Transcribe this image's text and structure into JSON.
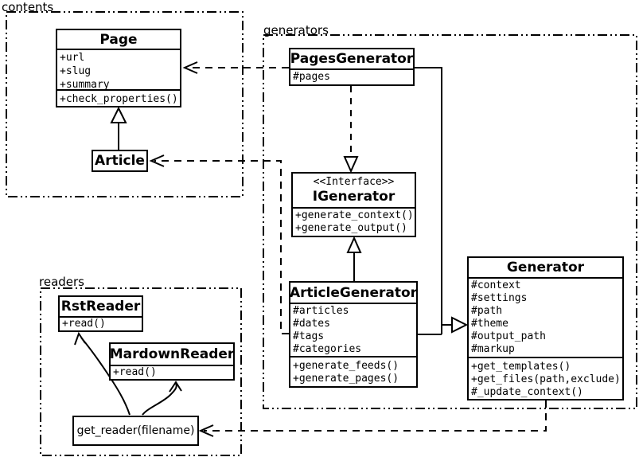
{
  "colors": {
    "line": "#000000",
    "background": "#ffffff",
    "box_fill": "#ffffff"
  },
  "packages": {
    "contents": {
      "label": "contents"
    },
    "generators": {
      "label": "generators"
    },
    "readers": {
      "label": "readers"
    }
  },
  "classes": {
    "page": {
      "name": "Page",
      "attributes": [
        "+url",
        "+slug",
        "+summary"
      ],
      "methods": [
        "+check_properties()"
      ]
    },
    "article": {
      "name": "Article"
    },
    "pages_generator": {
      "name": "PagesGenerator",
      "attributes": [
        "#pages"
      ]
    },
    "igenerator": {
      "stereotype": "<<Interface>>",
      "name": "IGenerator",
      "methods": [
        "+generate_context()",
        "+generate_output()"
      ]
    },
    "article_generator": {
      "name": "ArticleGenerator",
      "attributes": [
        "#articles",
        "#dates",
        "#tags",
        "#categories"
      ],
      "methods": [
        "+generate_feeds()",
        "+generate_pages()"
      ]
    },
    "generator": {
      "name": "Generator",
      "attributes": [
        "#context",
        "#settings",
        "#path",
        "#theme",
        "#output_path",
        "#markup"
      ],
      "methods": [
        "+get_templates()",
        "+get_files(path,exclude)",
        "#_update_context()"
      ]
    },
    "rst_reader": {
      "name": "RstReader",
      "methods": [
        "+read()"
      ]
    },
    "mardown_reader": {
      "name": "MardownReader",
      "methods": [
        "+read()"
      ]
    },
    "get_reader": {
      "label": "get_reader(filename)"
    }
  },
  "relations": [
    {
      "name": "generalization-article-page",
      "type": "generalization"
    },
    {
      "name": "dependency-pagesgenerator-page",
      "type": "dependency"
    },
    {
      "name": "dependency-articlegenerator-article",
      "type": "dependency"
    },
    {
      "name": "realization-pagesgenerator-igenerator",
      "type": "realization"
    },
    {
      "name": "generalization-articlegenerator-igenerator",
      "type": "generalization"
    },
    {
      "name": "generalization-generators-generator",
      "type": "generalization"
    },
    {
      "name": "dependency-generator-getreader",
      "type": "dependency"
    },
    {
      "name": "arrow-getreader-rstreader",
      "type": "association"
    },
    {
      "name": "arrow-getreader-mardownreader",
      "type": "association"
    }
  ]
}
